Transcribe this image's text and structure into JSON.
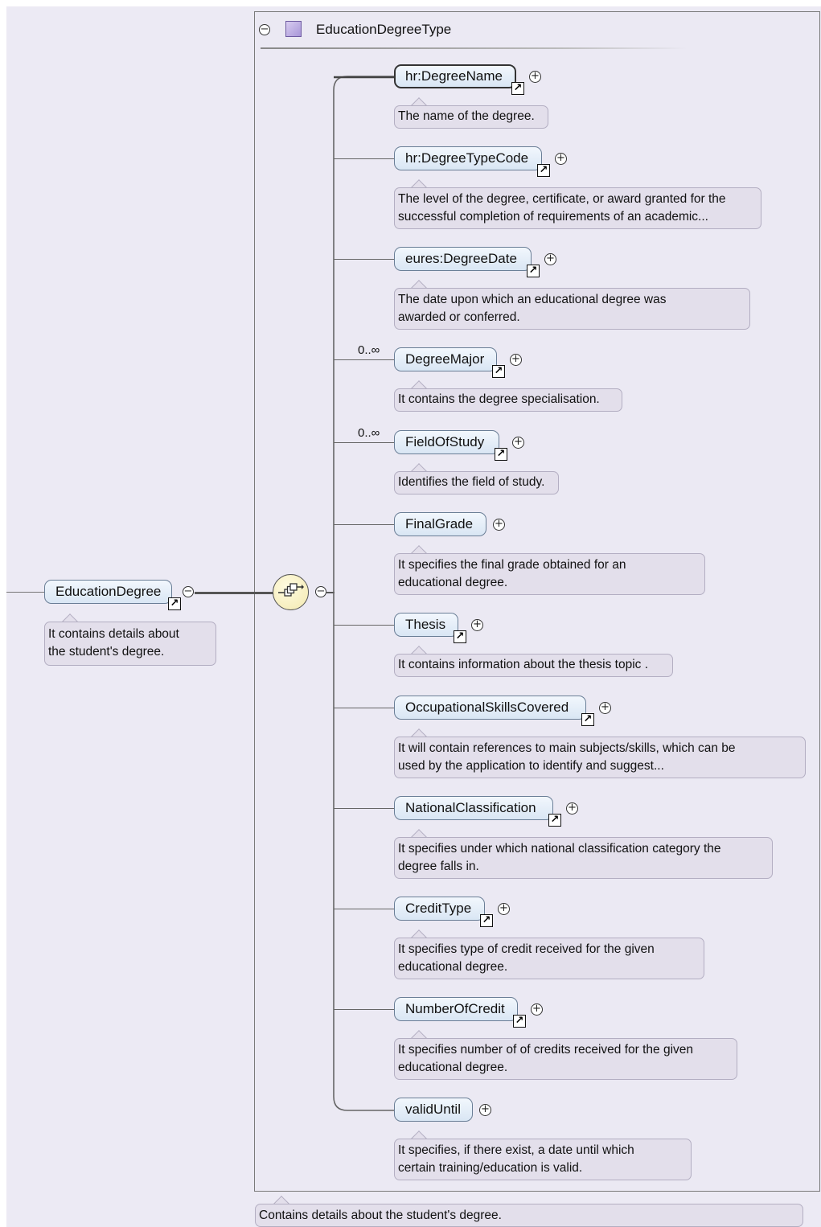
{
  "type_box": {
    "title": "EducationDegreeType"
  },
  "root": {
    "name": "EducationDegree",
    "annotation": [
      "It contains details about",
      "the student's degree."
    ]
  },
  "footer_annotation": "Contains details about the student's degree.",
  "children": [
    {
      "name": "hr:DegreeName",
      "cardinality": "",
      "ref": true,
      "annotation": [
        "The name of the degree."
      ]
    },
    {
      "name": "hr:DegreeTypeCode",
      "cardinality": "",
      "ref": true,
      "annotation": [
        "The level of the degree, certificate, or award granted for the",
        "successful completion of requirements of an academic..."
      ]
    },
    {
      "name": "eures:DegreeDate",
      "cardinality": "",
      "ref": true,
      "annotation": [
        "The date upon which an educational degree was",
        "awarded or conferred."
      ]
    },
    {
      "name": "DegreeMajor",
      "cardinality": "0..∞",
      "ref": true,
      "annotation": [
        "It contains the degree specialisation."
      ]
    },
    {
      "name": "FieldOfStudy",
      "cardinality": "0..∞",
      "ref": true,
      "annotation": [
        "Identifies the field of study."
      ]
    },
    {
      "name": "FinalGrade",
      "cardinality": "",
      "ref": false,
      "annotation": [
        "It specifies the final grade obtained for an",
        "educational degree."
      ]
    },
    {
      "name": "Thesis",
      "cardinality": "",
      "ref": true,
      "annotation": [
        "It contains information about the thesis topic ."
      ]
    },
    {
      "name": "OccupationalSkillsCovered",
      "cardinality": "",
      "ref": true,
      "annotation": [
        "It will contain references to main subjects/skills, which can be",
        "used by the application to identify and suggest..."
      ]
    },
    {
      "name": "NationalClassification",
      "cardinality": "",
      "ref": true,
      "annotation": [
        "It specifies under which national classification category the",
        "degree falls in."
      ]
    },
    {
      "name": "CreditType",
      "cardinality": "",
      "ref": true,
      "annotation": [
        "It specifies type of credit received for the given",
        "educational degree."
      ]
    },
    {
      "name": "NumberOfCredit",
      "cardinality": "",
      "ref": true,
      "annotation": [
        "It specifies number of of credits received for the given",
        "educational degree."
      ]
    },
    {
      "name": "validUntil",
      "cardinality": "",
      "ref": false,
      "annotation": [
        "It specifies, if there exist, a date until which",
        "certain training/education is valid."
      ]
    }
  ]
}
